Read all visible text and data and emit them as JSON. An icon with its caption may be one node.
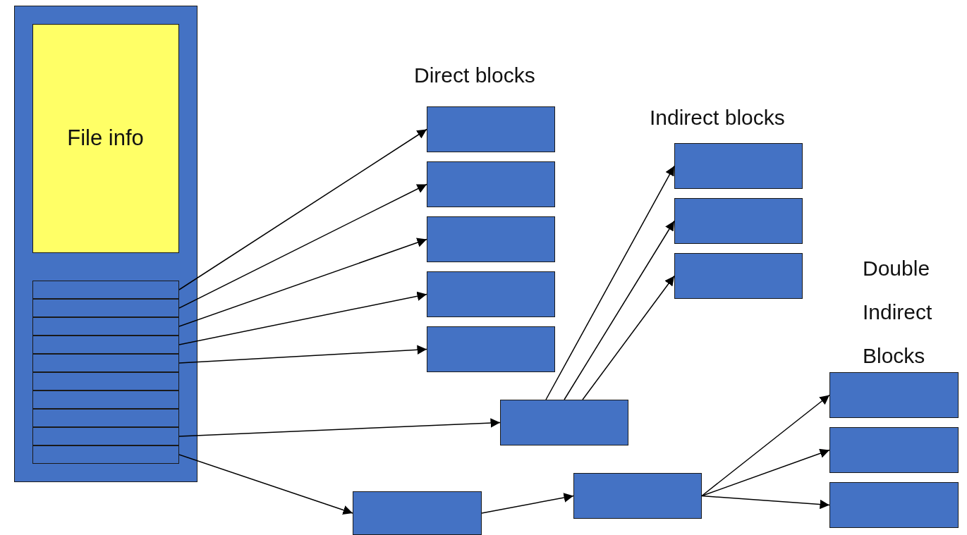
{
  "diagram": {
    "nodes": [
      {
        "text": [],
        "shape": "box"
      },
      {
        "text": [
          "File info"
        ],
        "in": 0
      },
      {
        "text": [],
        "shape": "box",
        "in": 0
      },
      {
        "text": [],
        "shape": "box",
        "in": 0
      },
      {
        "text": [],
        "shape": "box",
        "in": 0
      },
      {
        "text": [],
        "shape": "box",
        "in": 0
      },
      {
        "text": [],
        "shape": "box",
        "in": 0
      },
      {
        "text": [],
        "shape": "box",
        "in": 0
      },
      {
        "text": [],
        "shape": "box",
        "in": 0
      },
      {
        "text": [],
        "shape": "box",
        "in": 0
      },
      {
        "text": [],
        "shape": "box",
        "in": 0
      },
      {
        "text": [],
        "shape": "box",
        "in": 0
      },
      {
        "text": [],
        "shape": "box"
      },
      {
        "text": [],
        "shape": "box"
      },
      {
        "text": [],
        "shape": "box"
      },
      {
        "text": [],
        "shape": "box"
      },
      {
        "text": [],
        "shape": "box"
      },
      {
        "text": [],
        "shape": "box"
      },
      {
        "text": [],
        "shape": "box"
      },
      {
        "text": [],
        "shape": "box"
      },
      {
        "text": [],
        "shape": "box"
      },
      {
        "text": [],
        "shape": "box"
      },
      {
        "text": [],
        "shape": "box"
      },
      {
        "text": [],
        "shape": "box"
      },
      {
        "text": [],
        "shape": "box"
      },
      {
        "text": [],
        "shape": "box"
      }
    ],
    "edges": [
      {
        "from": 2,
        "to": 12,
        "arrow": "to"
      },
      {
        "from": 3,
        "to": 13,
        "arrow": "to"
      },
      {
        "from": 4,
        "to": 14,
        "arrow": "to"
      },
      {
        "from": 5,
        "to": 15,
        "arrow": "to"
      },
      {
        "from": 6,
        "to": 16,
        "arrow": "to"
      },
      {
        "from": 10,
        "to": 17,
        "arrow": "to"
      },
      {
        "from": 17,
        "to": 18,
        "arrow": "to"
      },
      {
        "from": 17,
        "to": 19,
        "arrow": "to"
      },
      {
        "from": 17,
        "to": 20,
        "arrow": "to"
      },
      {
        "from": 11,
        "to": 21,
        "arrow": "to"
      },
      {
        "from": 21,
        "to": 22,
        "arrow": "to"
      },
      {
        "from": 22,
        "to": 23,
        "arrow": "to"
      },
      {
        "from": 22,
        "to": 24,
        "arrow": "to"
      },
      {
        "from": 22,
        "to": 25,
        "arrow": "to"
      }
    ],
    "labels": [
      "Direct blocks",
      "Indirect blocks",
      "Double Indirect Blocks"
    ]
  }
}
